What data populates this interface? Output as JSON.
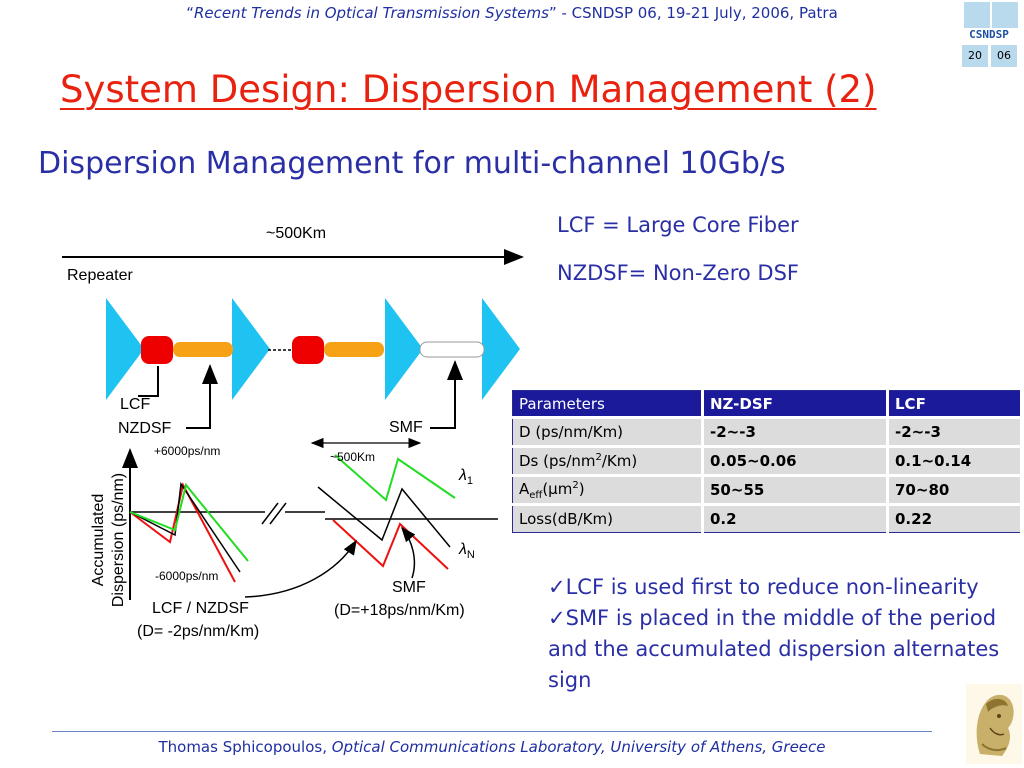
{
  "header": {
    "conference_open_quote": "“",
    "conference_title": "Recent Trends in Optical Transmission Systems",
    "conference_close_quote": "”",
    "conference_rest": " - CSNDSP 06, 19-21 July, 2006, Patra"
  },
  "logo": {
    "text": "CSNDSP",
    "left_number": "20",
    "right_number": "06"
  },
  "title": "System Design: Dispersion Management (2)",
  "subtitle": "Dispersion Management for multi-channel 10Gb/s",
  "definitions": [
    "LCF = Large Core Fiber",
    "NZDSF= Non-Zero DSF"
  ],
  "diagram": {
    "span_label": "~500Km",
    "repeater_label": "Repeater",
    "lcf_label": "LCF",
    "nzdsf_label": "NZDSF",
    "smf_label": "SMF",
    "plus_label": "+6000ps/nm",
    "minus_label": "-6000ps/nm",
    "inner_span_label": "~500Km",
    "lambda_1": "λ",
    "lambda_1_sub": "1",
    "lambda_n": "λ",
    "lambda_n_sub": "N",
    "y_axis_line1": "Accumulated",
    "y_axis_line2": "Dispersion (ps/nm)",
    "lcf_nzdsf_caption": "LCF / NZDSF",
    "lcf_nzdsf_value": "(D= -2ps/nm/Km)",
    "smf_caption": "SMF",
    "smf_value": "(D=+18ps/nm/Km)",
    "colors": {
      "repeater": "#1fc3f2",
      "amp": "#ef0000",
      "nzdsf": "#f7a117",
      "smf": "#ffffff",
      "green": "#22dd22",
      "red": "#ee1111",
      "black": "#000000"
    }
  },
  "table": {
    "headers": [
      "Parameters",
      "NZ-DSF",
      "LCF"
    ],
    "rows": [
      {
        "param": "D (ps/nm/Km)",
        "nzdsf": "-2~-3",
        "lcf": "-2~-3"
      },
      {
        "param_pre": "Ds (ps/nm",
        "param_sup": "2",
        "param_post": "/Km)",
        "nzdsf": "0.05~0.06",
        "lcf": "0.1~0.14"
      },
      {
        "param_pre": "A",
        "param_sub": "eff",
        "param_mid": "(μm",
        "param_sup": "2",
        "param_post": ")",
        "nzdsf": "50~55",
        "lcf": "70~80"
      },
      {
        "param": "Loss(dB/Km)",
        "nzdsf": "0.2",
        "lcf": "0.22"
      }
    ]
  },
  "bullets": [
    {
      "check": "✓",
      "text": "LCF is used first to reduce non-linearity"
    },
    {
      "check": "✓",
      "text": "SMF is placed in the middle of the period and the accumulated dispersion alternates sign"
    }
  ],
  "footer": {
    "author": "Thomas Sphicopoulos, ",
    "affiliation": "Optical Communications Laboratory, University of Athens, Greece"
  }
}
